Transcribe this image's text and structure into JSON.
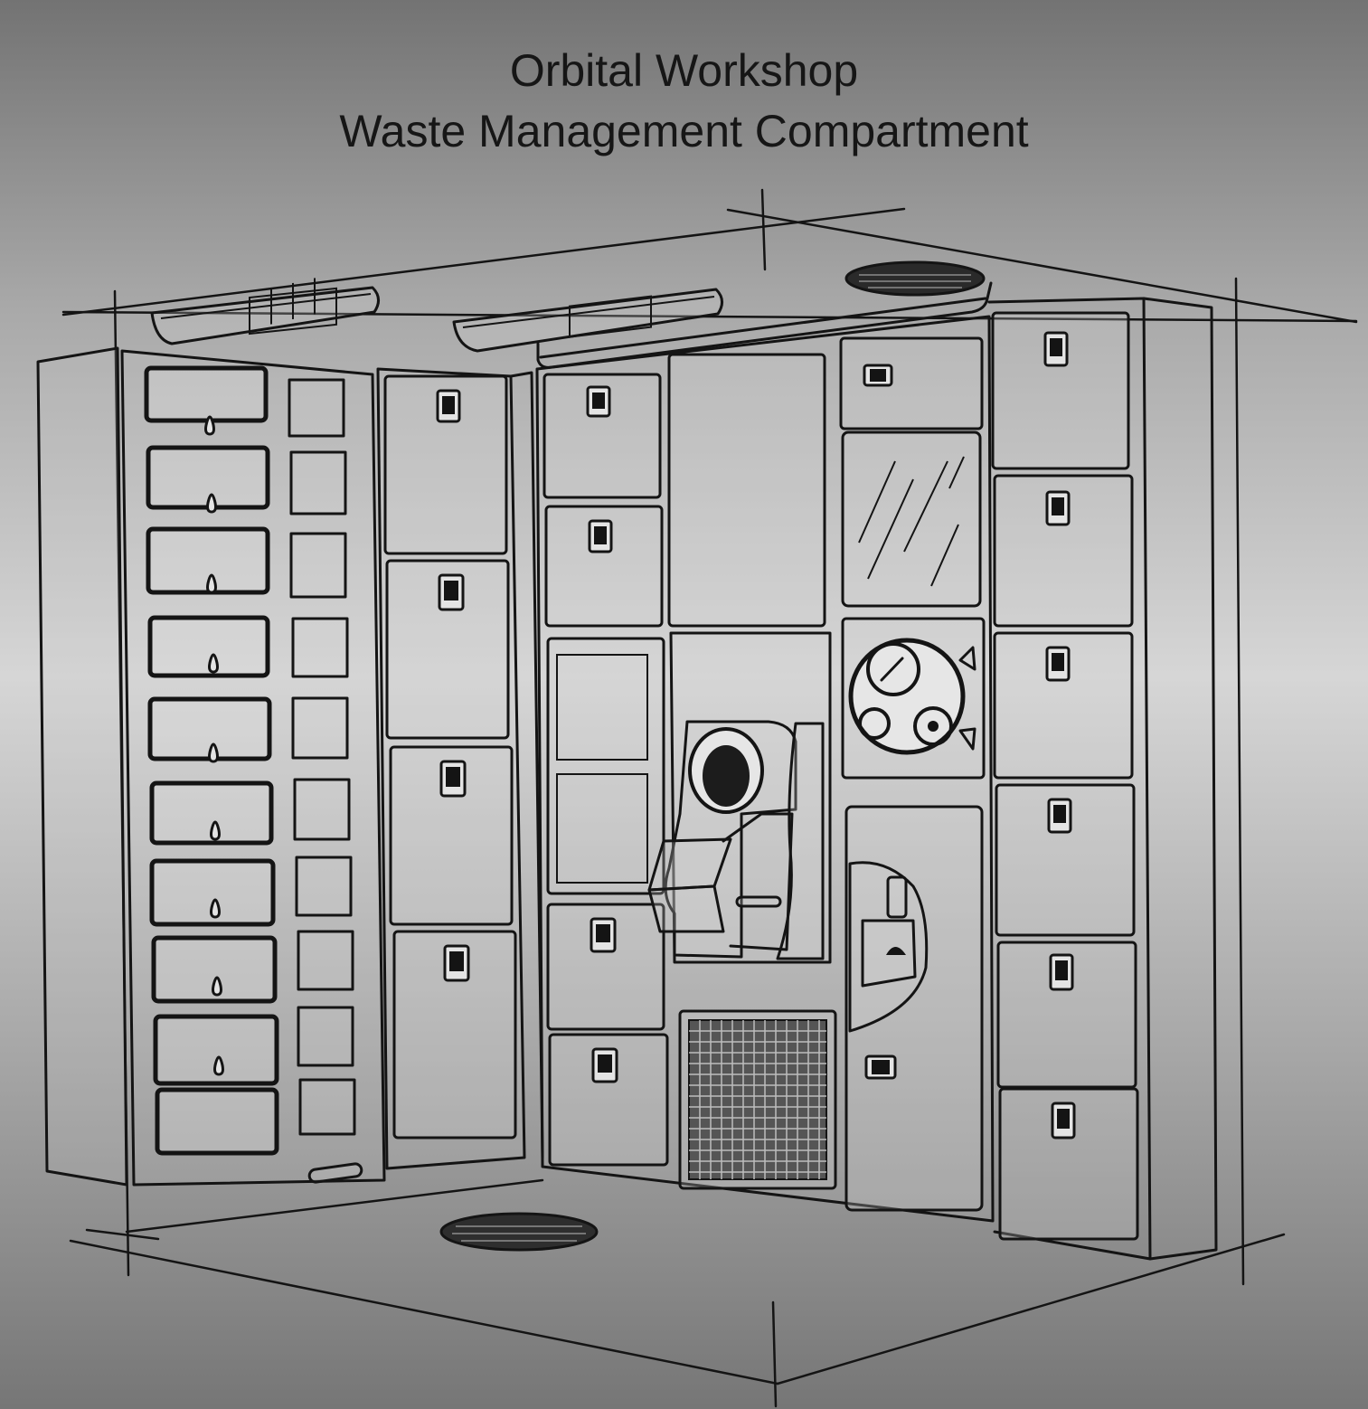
{
  "title": {
    "line1": "Orbital Workshop",
    "line2": "Waste Management Compartment"
  },
  "palette": {
    "ink": "#141414",
    "background_dark": "#737373",
    "background_light": "#d6d6d6"
  },
  "components": [
    "ceiling-light-left",
    "ceiling-light-center",
    "ceiling-vent",
    "floor-vent",
    "left-wall-drawers",
    "left-wall-cabinets",
    "back-wall-cabinets",
    "mirror",
    "utility-panel-dials",
    "fecal-urine-collector",
    "wash-basin",
    "floor-grille",
    "right-wall-cabinets"
  ]
}
